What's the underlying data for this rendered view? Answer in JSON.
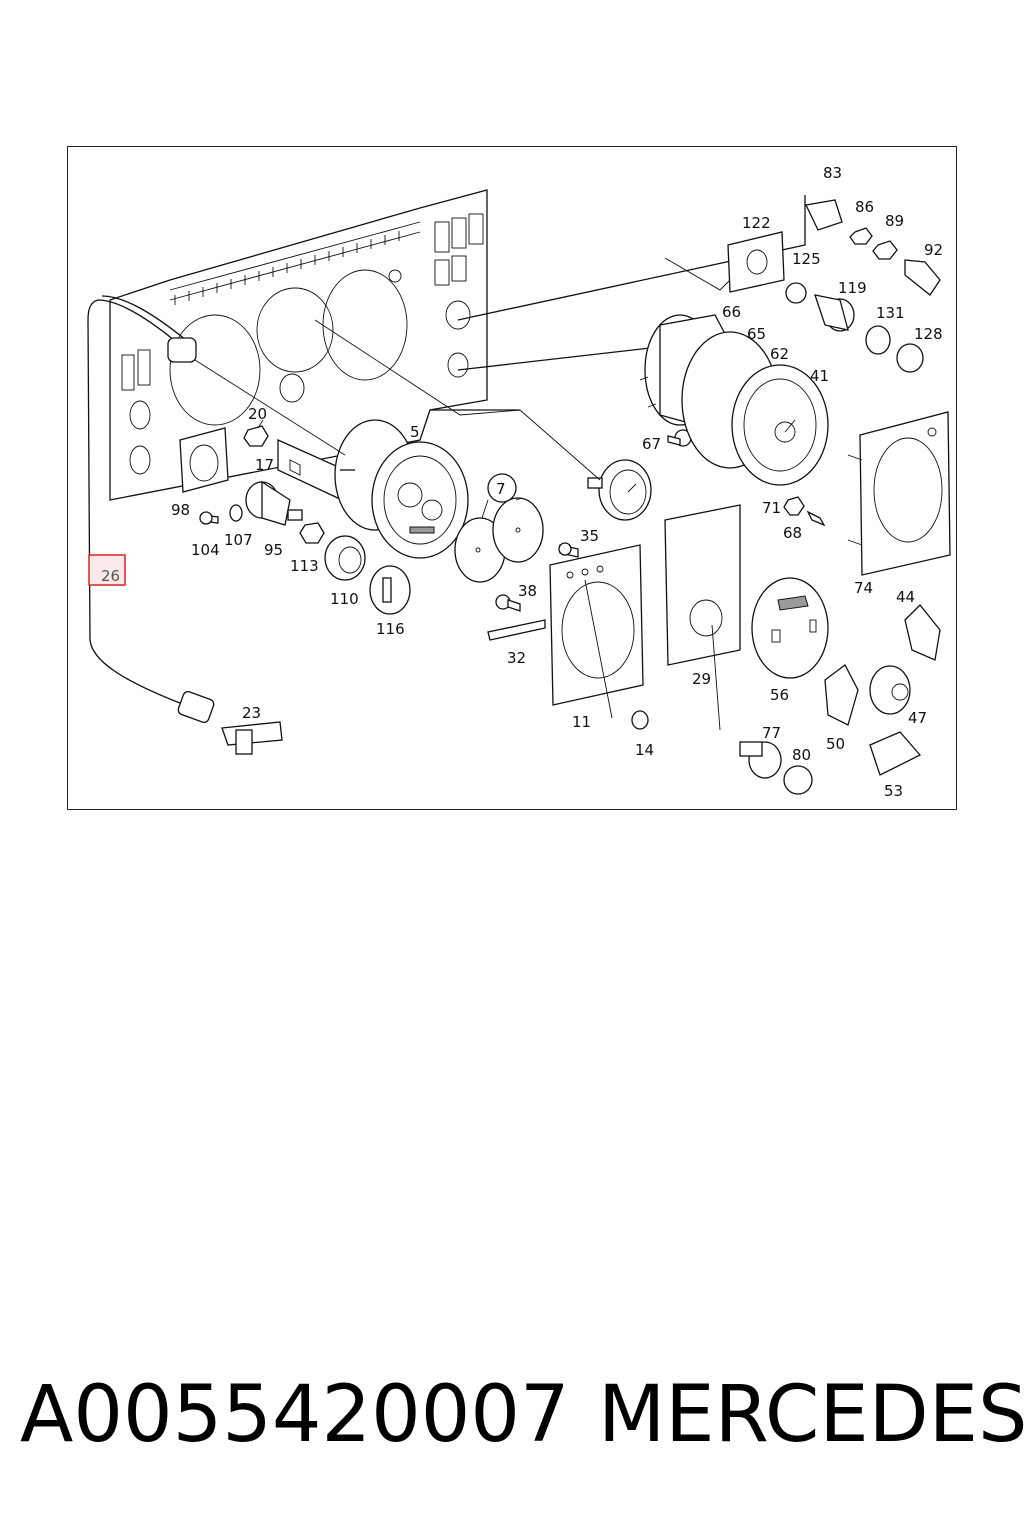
{
  "diagram": {
    "callouts": [
      "83",
      "122",
      "86",
      "89",
      "92",
      "125",
      "119",
      "131",
      "128",
      "66",
      "65",
      "62",
      "41",
      "67",
      "20",
      "5",
      "17",
      "7",
      "98",
      "104",
      "107",
      "95",
      "113",
      "35",
      "71",
      "68",
      "74",
      "110",
      "116",
      "38",
      "44",
      "32",
      "29",
      "56",
      "47",
      "11",
      "14",
      "77",
      "80",
      "50",
      "53",
      "23",
      "26"
    ],
    "highlighted_callout": "26",
    "highlight_color": "#e03030"
  },
  "caption": {
    "part_number": "A0055420007",
    "brand": "MERCEDES"
  }
}
